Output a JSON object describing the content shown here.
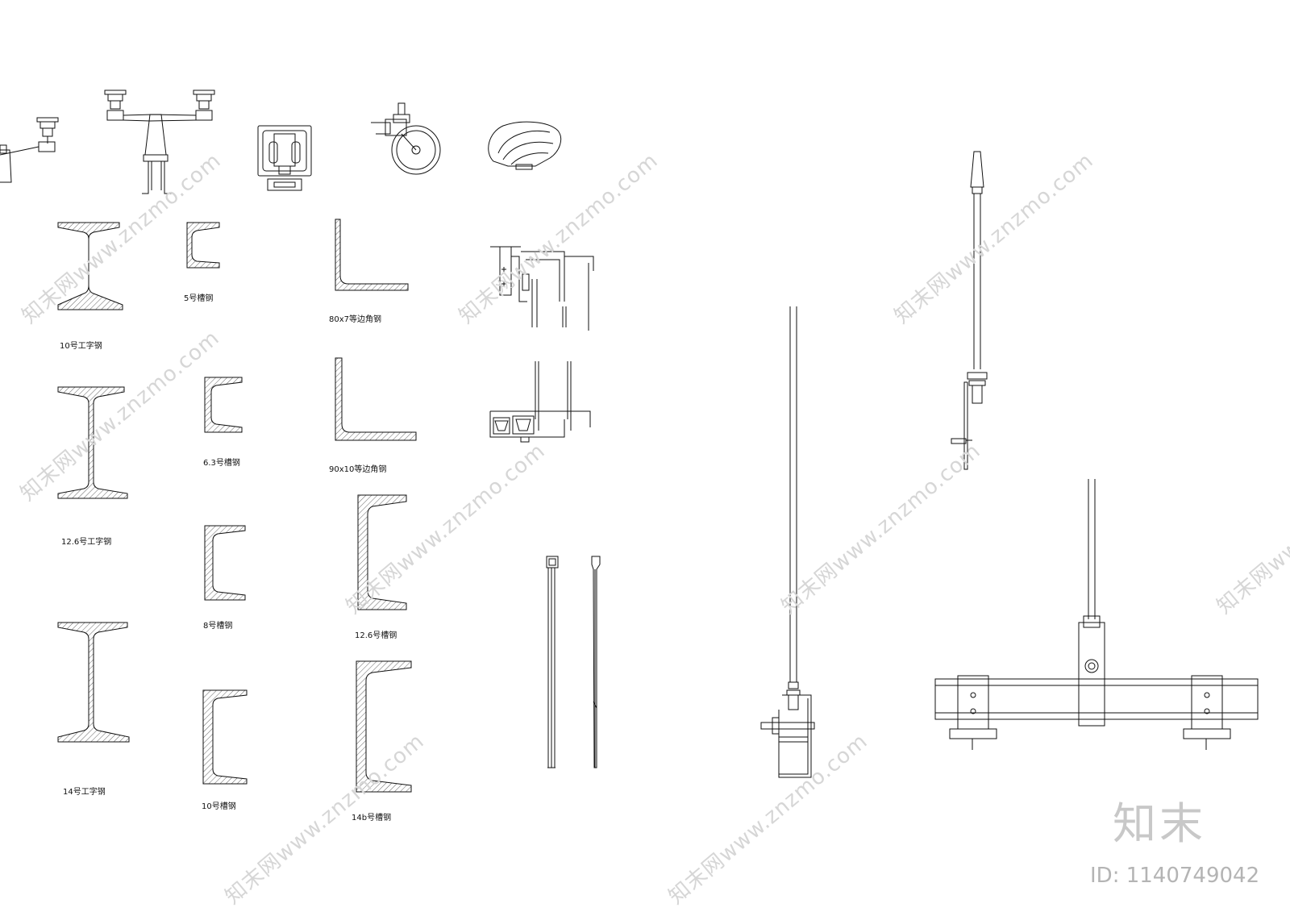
{
  "labels": {
    "i_beam_10": "10号工字钢",
    "i_beam_12_6": "12.6号工字钢",
    "i_beam_14": "14号工字钢",
    "channel_5": "5号槽钢",
    "channel_6_3": "6.3号槽钢",
    "channel_8": "8号槽钢",
    "channel_10": "10号槽钢",
    "angle_80x7": "80x7等边角钢",
    "angle_90x10": "90x10等边角钢",
    "channel_12_6": "12.6号槽钢",
    "channel_14b": "14b号槽钢"
  },
  "watermark": {
    "text": "知末网www.znzmo.com",
    "brand": "知末",
    "id": "ID: 1140749042"
  }
}
